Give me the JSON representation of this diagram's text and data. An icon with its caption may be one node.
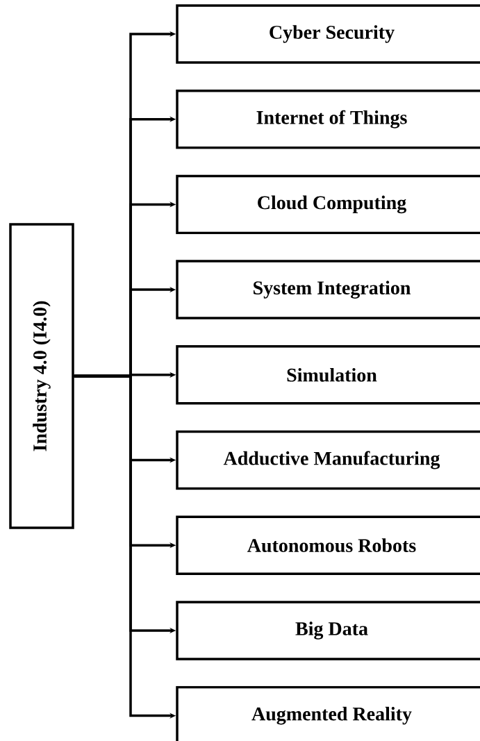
{
  "diagram": {
    "nodes": [
      {
        "text": [
          "Industry 4.0 (I4.0)"
        ]
      },
      {
        "text": [
          "Cyber Security"
        ]
      },
      {
        "text": [
          "Internet of Things"
        ]
      },
      {
        "text": [
          "Cloud Computing"
        ]
      },
      {
        "text": [
          "System Integration"
        ]
      },
      {
        "text": [
          "Simulation"
        ]
      },
      {
        "text": [
          "Adductive Manufacturing"
        ]
      },
      {
        "text": [
          "Autonomous Robots"
        ]
      },
      {
        "text": [
          "Big Data"
        ]
      },
      {
        "text": [
          "Augmented Reality"
        ]
      }
    ],
    "edges": [
      {
        "from": 0,
        "to": 1,
        "arrow": "to"
      },
      {
        "from": 0,
        "to": 2,
        "arrow": "to"
      },
      {
        "from": 0,
        "to": 3,
        "arrow": "to"
      },
      {
        "from": 0,
        "to": 4,
        "arrow": "to"
      },
      {
        "from": 0,
        "to": 5,
        "arrow": "to"
      },
      {
        "from": 0,
        "to": 6,
        "arrow": "to"
      },
      {
        "from": 0,
        "to": 7,
        "arrow": "to"
      },
      {
        "from": 0,
        "to": 8,
        "arrow": "to"
      },
      {
        "from": 0,
        "to": 9,
        "arrow": "to"
      }
    ]
  }
}
